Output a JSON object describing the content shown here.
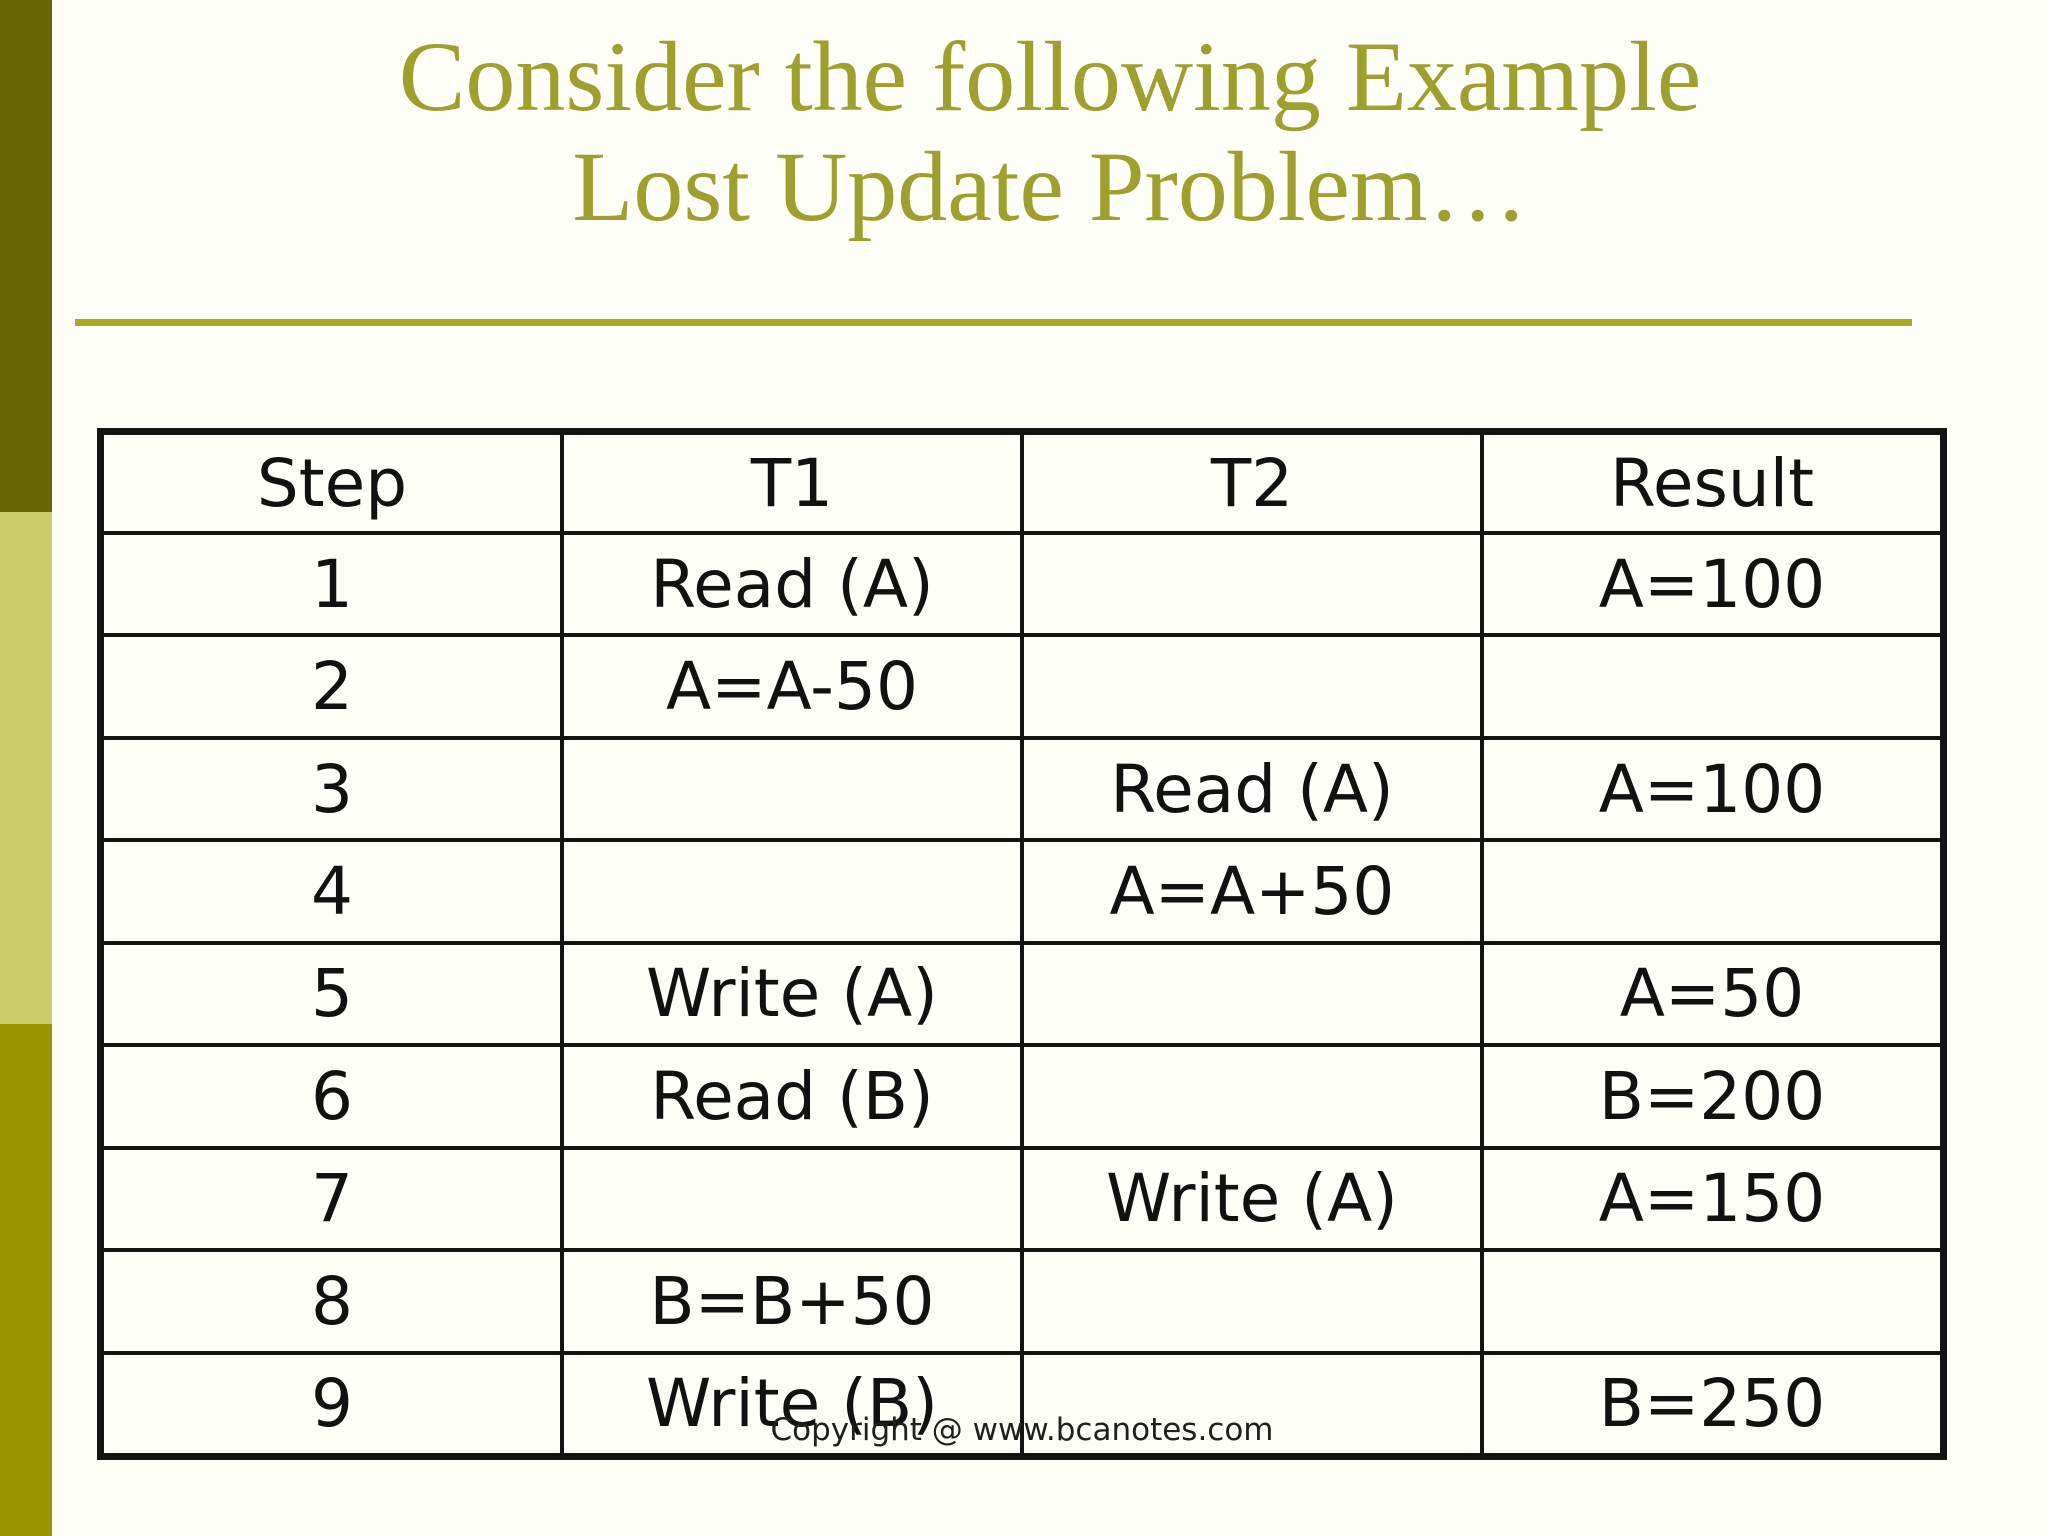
{
  "slide": {
    "title_line1": "Consider the following Example",
    "title_line2": "Lost Update Problem…",
    "copyright": "Copyright @ www.bcanotes.com"
  },
  "table": {
    "headers": [
      "Step",
      "T1",
      "T2",
      "Result"
    ],
    "column_keys": [
      "step",
      "t1",
      "t2",
      "result"
    ],
    "rows": [
      {
        "step": "1",
        "t1": "Read (A)",
        "t2": "",
        "result": "A=100"
      },
      {
        "step": "2",
        "t1": "A=A-50",
        "t2": "",
        "result": ""
      },
      {
        "step": "3",
        "t1": "",
        "t2": "Read (A)",
        "result": "A=100"
      },
      {
        "step": "4",
        "t1": "",
        "t2": "A=A+50",
        "result": ""
      },
      {
        "step": "5",
        "t1": "Write (A)",
        "t2": "",
        "result": "A=50"
      },
      {
        "step": "6",
        "t1": "Read (B)",
        "t2": "",
        "result": "B=200"
      },
      {
        "step": "7",
        "t1": "",
        "t2": "Write (A)",
        "result": "A=150"
      },
      {
        "step": "8",
        "t1": "B=B+50",
        "t2": "",
        "result": ""
      },
      {
        "step": "9",
        "t1": "Write (B)",
        "t2": "",
        "result": "B=250"
      }
    ]
  },
  "colors": {
    "bg": "#fdfef8",
    "band_top": "#686703",
    "band_middle": "#cbcb6c",
    "band_bottom": "#9b9502",
    "title": "#9f9f2e",
    "rule": "#a9a922",
    "table_border": "#141414",
    "table_text": "#111111",
    "copyright": "#1f1f1f"
  }
}
